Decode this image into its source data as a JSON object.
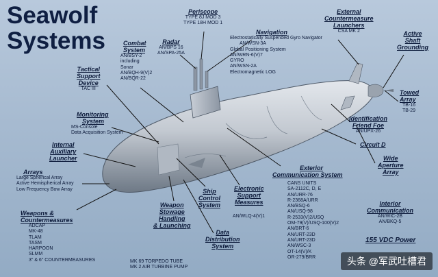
{
  "title_line1": "Seawolf",
  "title_line2": "Systems",
  "labels": {
    "periscope": {
      "head": "Periscope",
      "lines": [
        "TYPE 8J MOD 3",
        "TYPE 18H MOD 1"
      ]
    },
    "ecm": {
      "head": [
        "External",
        "Countermeasure",
        "Launchers"
      ],
      "lines": [
        "CSA MK 2"
      ]
    },
    "active_shaft": {
      "head": [
        "Active",
        "Shaft",
        "Grounding"
      ]
    },
    "combat": {
      "head": [
        "Combat",
        "System"
      ],
      "lines": [
        "AN/BSY-2",
        "including",
        "Sonar",
        "AN/BQH-9(V)2",
        "AN/BQR-22"
      ]
    },
    "radar": {
      "head": "Radar",
      "lines": [
        "AN/BPS 16",
        "AN/SPA-25A"
      ]
    },
    "navigation": {
      "head": "Navigation",
      "lines": [
        "Electrostatically Suspended Gyro Navigator",
        "AN/WSN-3A",
        "Global Positioning System",
        "AN/WRN-6(V)7",
        "GYRO",
        "AN/WSN-2A",
        "Electromagnetic LOG"
      ]
    },
    "tactical": {
      "head": [
        "Tactical",
        "Support",
        "Device"
      ],
      "lines": [
        "TAC III"
      ]
    },
    "towed": {
      "head": [
        "Towed",
        "Array"
      ],
      "lines": [
        "TB-16",
        "TB-29"
      ]
    },
    "iff": {
      "head": [
        "Identification",
        "Friend Foe"
      ],
      "lines": [
        "AN/UPX-26"
      ]
    },
    "monitoring": {
      "head": [
        "Monitoring",
        "System"
      ],
      "lines": [
        "MS-Console",
        "Data Acquisition System"
      ]
    },
    "circuit_d": {
      "head": "Circuit D"
    },
    "internal_aux": {
      "head": [
        "Internal",
        "Auxiliary",
        "Launcher"
      ]
    },
    "wide_aperture": {
      "head": [
        "Wide",
        "Aperture",
        "Array"
      ]
    },
    "exterior_comm": {
      "head": [
        "Exterior",
        "Communication System"
      ],
      "lines": [
        "CANS UNITS",
        "SA-2112C, D, E",
        "AN/URR-76",
        "R-2368A/URR",
        "AN/BSQ-6",
        "AN/USQ-98",
        "R-2533(V)2/USQ",
        "OM-79(V)/USQ-100(V)2",
        "AN/BRT-6",
        "AN/URT-23D",
        "AN/URT-23D",
        "AN/WSC-3",
        "OT-14(V)/K",
        "OR-279/BRR"
      ]
    },
    "arrays": {
      "head": "Arrays",
      "lines": [
        "Large Spherical Array",
        "Active Hemispherical Array",
        "Low Frequency Bow Array"
      ]
    },
    "ship_control": {
      "head": [
        "Ship",
        "Control",
        "System"
      ]
    },
    "esm": {
      "head": [
        "Electronic",
        "Support",
        "Measures"
      ],
      "lines": [
        "AN/WLQ-4(V)1"
      ]
    },
    "interior": {
      "head": [
        "Interior",
        "Communication"
      ],
      "lines": [
        "AN/WIC-2B",
        "AN/BKQ-5"
      ]
    },
    "power": {
      "head": "155 VDC Power"
    },
    "weapons_cm": {
      "head": [
        "Weapons &",
        "Countermeasures"
      ],
      "lines": [
        "ADCAP",
        "MK-48",
        "TLAM",
        "TASM",
        "HARPOON",
        "SLMM",
        "3\" & 6\" COUNTERMEASURES"
      ]
    },
    "weapon_stowage": {
      "head": [
        "Weapon",
        "Stowage",
        "Handling",
        "& Launching"
      ],
      "lines": [
        "MK 69 TORPEDO TUBE",
        "MK 2 AIR TURBINE PUMP"
      ]
    },
    "data_dist": {
      "head": [
        "Data",
        "Distribution",
        "System"
      ]
    }
  },
  "watermark": "头条 @军武吐槽君",
  "colors": {
    "text": "#0c1a3a",
    "hull_light": "#d6dbe1",
    "hull_dark": "#6e7986",
    "leader": "#111111"
  }
}
